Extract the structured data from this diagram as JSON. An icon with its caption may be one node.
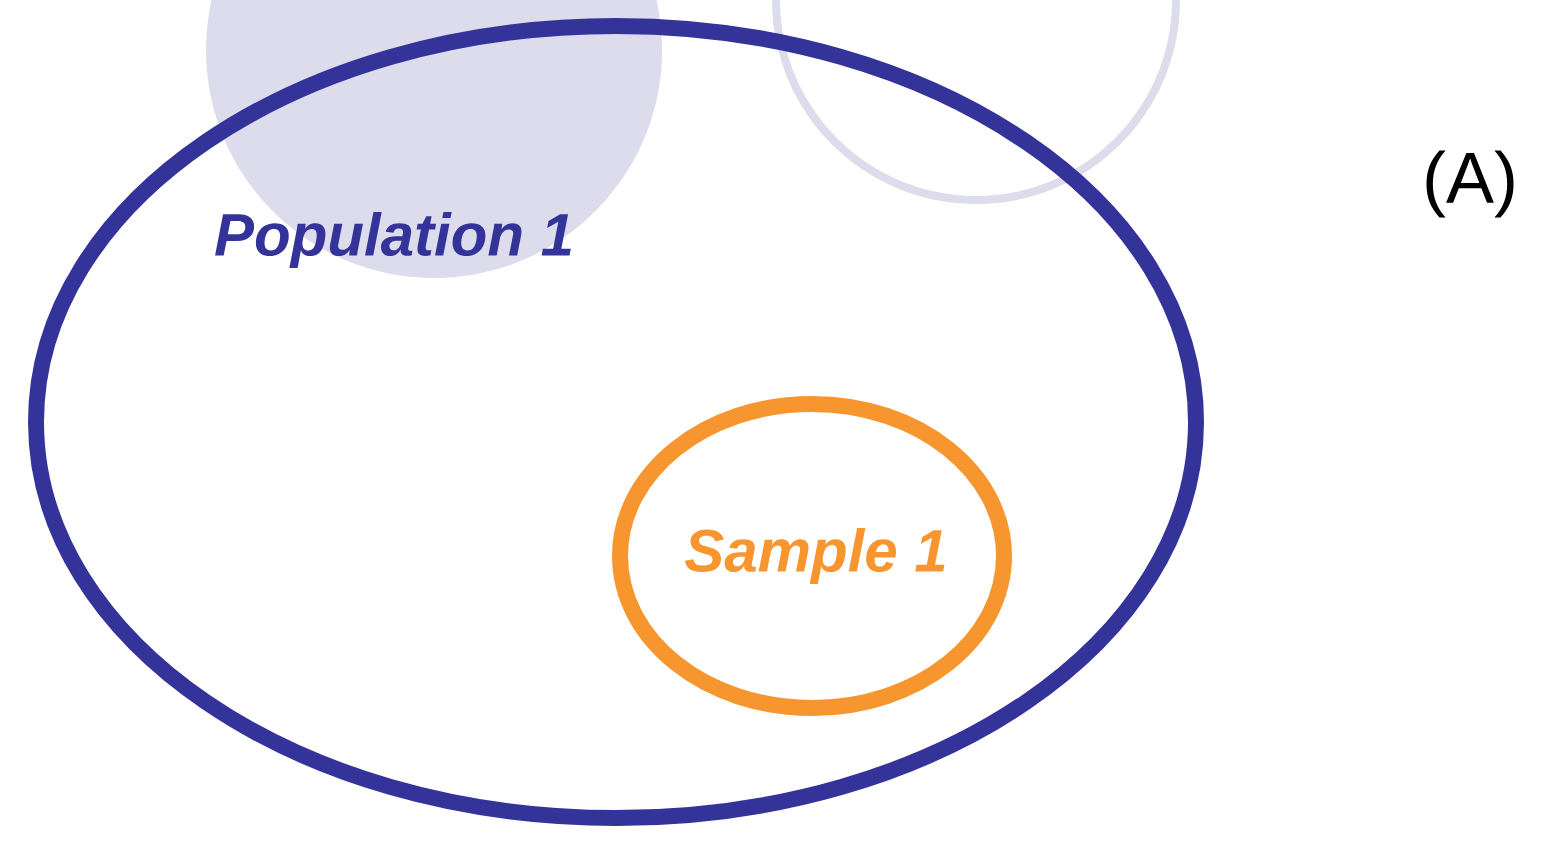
{
  "diagram": {
    "nodes": [
      {
        "text": [
          "Population 1"
        ]
      },
      {
        "text": [
          "Sample 1"
        ],
        "in": 0
      }
    ],
    "labels": [
      "(A)"
    ]
  }
}
